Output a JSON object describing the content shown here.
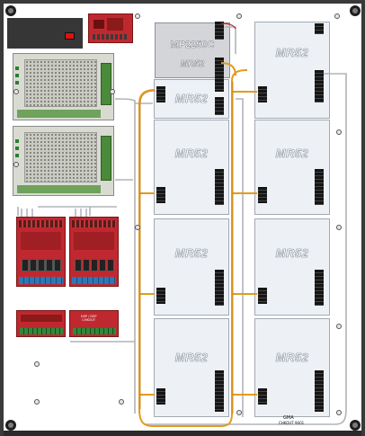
{
  "modules": {
    "mp_label": "MP2250C",
    "mr_label": "MR52"
  },
  "boards": {
    "left_label": "",
    "right_label": "DSP / DSP\nCHKOUT"
  },
  "footer": {
    "label_top": "GMA",
    "label_bottom": "CHKOUT 9001"
  },
  "colors": {
    "panel_border": "#3a3a3a",
    "cable_orange": "#e39a1f",
    "cable_gray": "#b0b3b8",
    "board_red": "#c0282f"
  }
}
